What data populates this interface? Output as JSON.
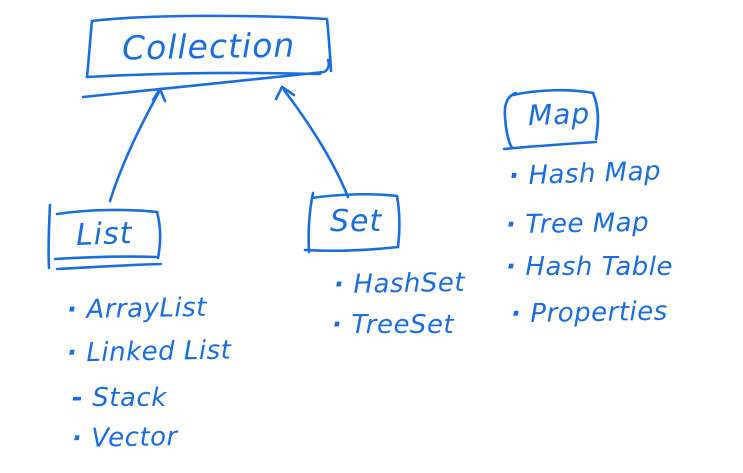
{
  "meta": {
    "ink_color": "#1b6de4",
    "background_color": "#ffffff",
    "style": "hand-drawn-whiteboard"
  },
  "diagram": {
    "root": {
      "label": "Collection"
    },
    "edges": [
      {
        "from": "List",
        "to": "Collection"
      },
      {
        "from": "Set",
        "to": "Collection"
      }
    ],
    "groups": [
      {
        "id": "list",
        "label": "List",
        "items": [
          {
            "bullet": "·",
            "label": "ArrayList"
          },
          {
            "bullet": "·",
            "label": "Linked List"
          },
          {
            "bullet": "-",
            "label": "Stack"
          },
          {
            "bullet": "·",
            "label": "Vector"
          }
        ]
      },
      {
        "id": "set",
        "label": "Set",
        "items": [
          {
            "bullet": "·",
            "label": "HashSet"
          },
          {
            "bullet": "·",
            "label": "TreeSet"
          }
        ]
      },
      {
        "id": "map",
        "label": "Map",
        "items": [
          {
            "bullet": "·",
            "label": "Hash Map"
          },
          {
            "bullet": "·",
            "label": "Tree Map"
          },
          {
            "bullet": "·",
            "label": "Hash Table"
          },
          {
            "bullet": "·",
            "label": "Properties"
          }
        ]
      }
    ]
  }
}
